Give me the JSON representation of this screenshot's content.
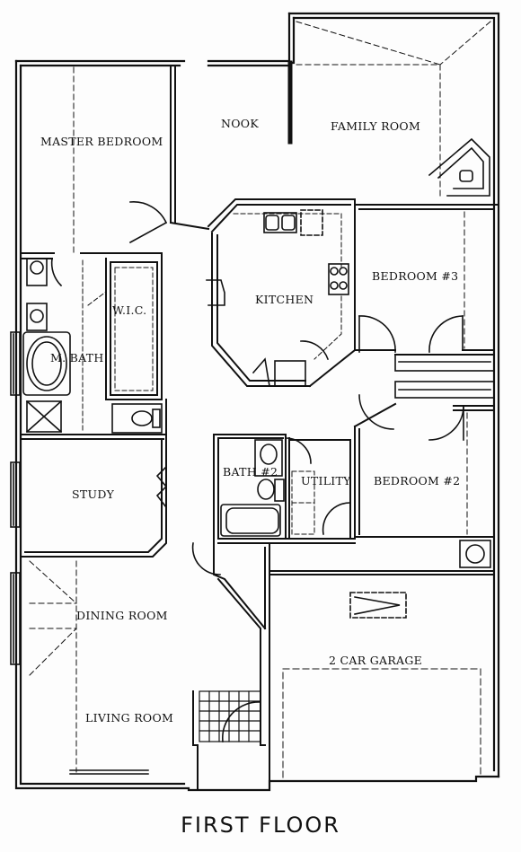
{
  "title": "FIRST FLOOR",
  "rooms": {
    "master_bedroom": "MASTER BEDROOM",
    "nook": "NOOK",
    "family_room": "FAMILY ROOM",
    "kitchen": "KITCHEN",
    "bedroom3": "BEDROOM #3",
    "wic": "W.I.C.",
    "m_bath": "M. BATH",
    "study": "STUDY",
    "bath2": "BATH #2",
    "utility": "UTILITY",
    "bedroom2": "BEDROOM #2",
    "dining_room": "DINING ROOM",
    "garage": "2 CAR GARAGE",
    "living_room": "LIVING ROOM"
  }
}
